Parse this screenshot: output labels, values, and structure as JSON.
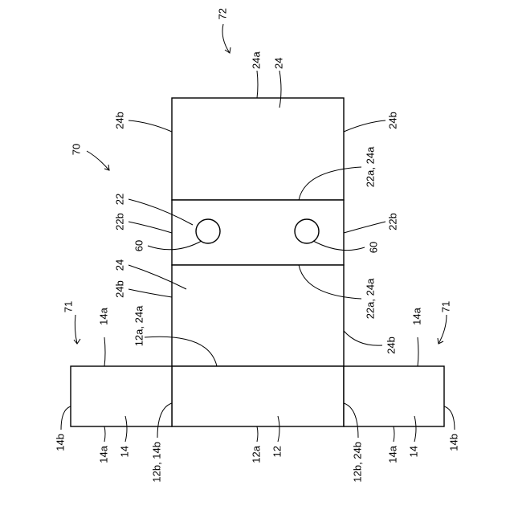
{
  "labels": {
    "ref_72": "72",
    "ref_70": "70",
    "ref_71_left": "71",
    "ref_71_right": "71",
    "top_24a": "24a",
    "top_24": "24",
    "top_24b_left": "24b",
    "top_24b_right": "24b",
    "right_22a_24a_upper": "22a, 24a",
    "left_22": "22",
    "left_22b": "22b",
    "right_22b": "22b",
    "left_60": "60",
    "right_60": "60",
    "left_24": "24",
    "left_24b": "24b",
    "right_22a_24a_lower": "22a, 24a",
    "left_12a_24a": "12a, 24a",
    "right_24b": "24b",
    "left_14a_top": "14a",
    "right_14a_top": "14a",
    "bottom_14b_left": "14b",
    "bottom_14a_left": "14a",
    "bottom_14_left": "14",
    "bottom_12b_14b": "12b, 14b",
    "bottom_12a": "12a",
    "bottom_12": "12",
    "bottom_12b_24b": "12b, 24b",
    "bottom_14a_right": "14a",
    "bottom_14_right": "14",
    "bottom_14b_right": "14b"
  }
}
